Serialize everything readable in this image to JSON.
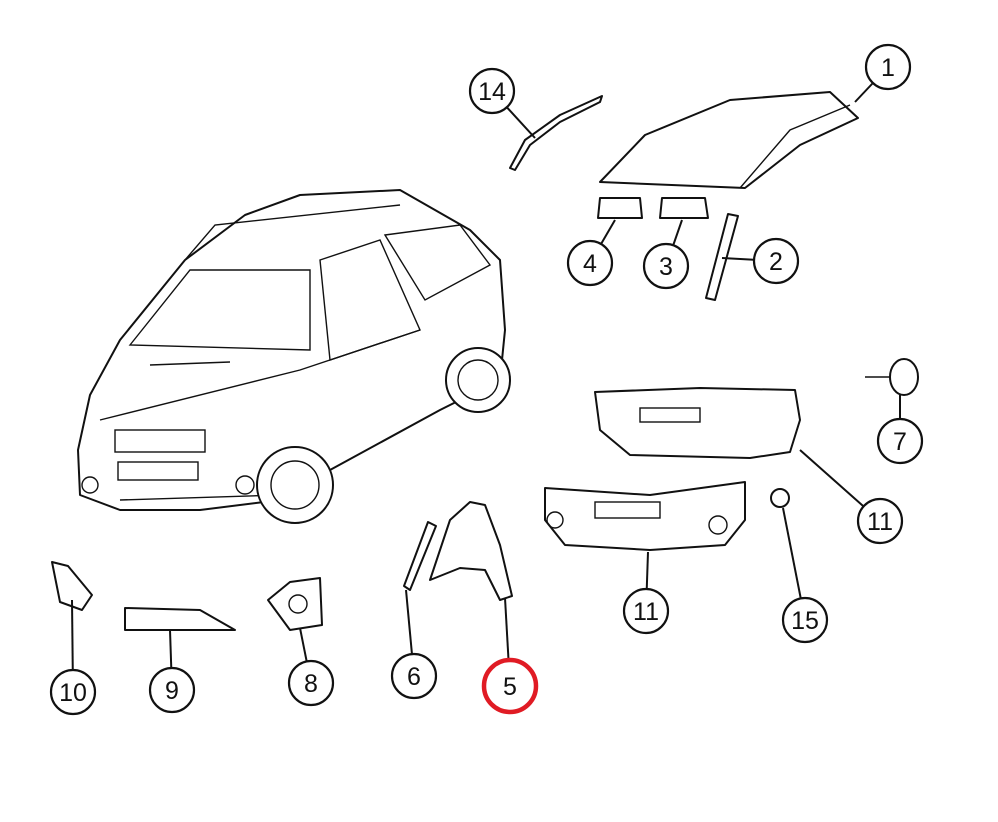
{
  "diagram": {
    "highlight_color": "#e01b24",
    "highlighted_label": "5",
    "callouts": [
      {
        "id": "c1",
        "label": "1",
        "part": "roof-panel"
      },
      {
        "id": "c14",
        "label": "14",
        "part": "roof-rail-molding"
      },
      {
        "id": "c4",
        "label": "4",
        "part": "roof-pad-front"
      },
      {
        "id": "c3",
        "label": "3",
        "part": "roof-pad-rear"
      },
      {
        "id": "c2",
        "label": "2",
        "part": "pillar-trim"
      },
      {
        "id": "c7",
        "label": "7",
        "part": "clip-fastener"
      },
      {
        "id": "c11a",
        "label": "11",
        "part": "rear-bumper"
      },
      {
        "id": "c11b",
        "label": "11",
        "part": "front-bumper"
      },
      {
        "id": "c15",
        "label": "15",
        "part": "fog-lamp-cap"
      },
      {
        "id": "c10",
        "label": "10",
        "part": "fog-lamp-bezel-left"
      },
      {
        "id": "c9",
        "label": "9",
        "part": "lower-grille"
      },
      {
        "id": "c8",
        "label": "8",
        "part": "fog-lamp-bezel-right"
      },
      {
        "id": "c6",
        "label": "6",
        "part": "fender-seal"
      },
      {
        "id": "c5",
        "label": "5",
        "part": "front-fender"
      }
    ]
  }
}
